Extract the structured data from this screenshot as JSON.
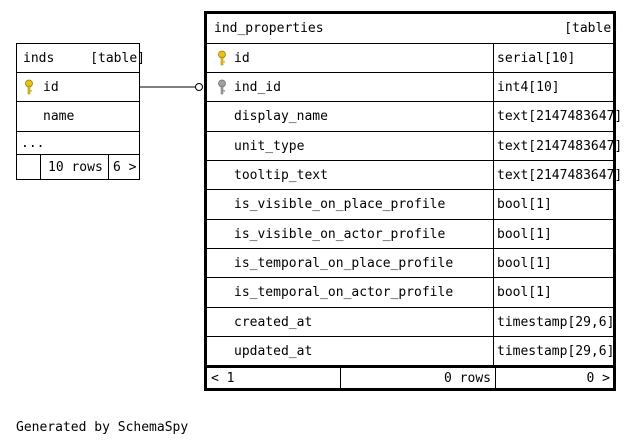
{
  "inds": {
    "title": "inds",
    "type_label": "[table]",
    "columns": [
      {
        "name": "id",
        "key": "primary"
      },
      {
        "name": "name",
        "key": ""
      }
    ],
    "ellipsis": "...",
    "footer": {
      "rows": "10 rows",
      "children": "6 >"
    }
  },
  "ind_properties": {
    "title": "ind_properties",
    "type_label": "[table]",
    "columns": [
      {
        "name": "id",
        "type": "serial[10]",
        "key": "primary"
      },
      {
        "name": "ind_id",
        "type": "int4[10]",
        "key": "foreign"
      },
      {
        "name": "display_name",
        "type": "text[2147483647]",
        "key": ""
      },
      {
        "name": "unit_type",
        "type": "text[2147483647]",
        "key": ""
      },
      {
        "name": "tooltip_text",
        "type": "text[2147483647]",
        "key": ""
      },
      {
        "name": "is_visible_on_place_profile",
        "type": "bool[1]",
        "key": ""
      },
      {
        "name": "is_visible_on_actor_profile",
        "type": "bool[1]",
        "key": ""
      },
      {
        "name": "is_temporal_on_place_profile",
        "type": "bool[1]",
        "key": ""
      },
      {
        "name": "is_temporal_on_actor_profile",
        "type": "bool[1]",
        "key": ""
      },
      {
        "name": "created_at",
        "type": "timestamp[29,6]",
        "key": ""
      },
      {
        "name": "updated_at",
        "type": "timestamp[29,6]",
        "key": ""
      }
    ],
    "footer": {
      "parents": "< 1",
      "rows": "0 rows",
      "children": "0 >"
    }
  },
  "generated_by": "Generated by SchemaSpy",
  "colors": {
    "primary_key": "#e6c21a",
    "foreign_key": "#a0a0a0",
    "line": "#000000"
  }
}
